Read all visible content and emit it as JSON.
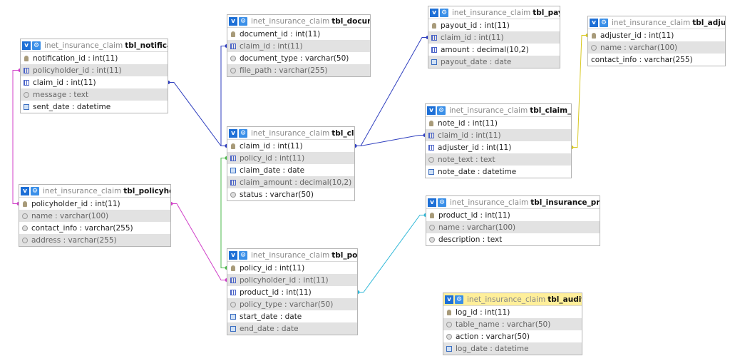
{
  "colors": {
    "link_blue": "#2f3fbf",
    "link_purple": "#6a2fbf",
    "link_magenta": "#d040c8",
    "link_green": "#4cb84c",
    "link_cyan": "#30b8d8",
    "link_yellow": "#d8c820",
    "header_button": "#1d6fd6",
    "highlight_header": "#ffef9a"
  },
  "tables": [
    {
      "id": "tbl_notification",
      "schema": "inet_insurance_claim",
      "name": "tbl_notification",
      "highlight": false,
      "fields": [
        {
          "text": "notification_id : int(11)",
          "icon": "key-icon"
        },
        {
          "text": "policyholder_id : int(11)",
          "icon": "number-icon"
        },
        {
          "text": "claim_id : int(11)",
          "icon": "number-icon"
        },
        {
          "text": "message : text",
          "icon": "text-icon"
        },
        {
          "text": "sent_date : datetime",
          "icon": "date-icon"
        }
      ]
    },
    {
      "id": "tbl_document",
      "schema": "inet_insurance_claim",
      "name": "tbl_document",
      "highlight": false,
      "fields": [
        {
          "text": "document_id : int(11)",
          "icon": "key-icon"
        },
        {
          "text": "claim_id : int(11)",
          "icon": "number-icon"
        },
        {
          "text": "document_type : varchar(50)",
          "icon": "text-icon"
        },
        {
          "text": "file_path : varchar(255)",
          "icon": "text-icon"
        }
      ]
    },
    {
      "id": "tbl_payout",
      "schema": "inet_insurance_claim",
      "name": "tbl_payout",
      "highlight": false,
      "fields": [
        {
          "text": "payout_id : int(11)",
          "icon": "key-icon"
        },
        {
          "text": "claim_id : int(11)",
          "icon": "number-icon"
        },
        {
          "text": "amount : decimal(10,2)",
          "icon": "number-icon"
        },
        {
          "text": "payout_date : date",
          "icon": "date-icon"
        }
      ]
    },
    {
      "id": "tbl_adjuster",
      "schema": "inet_insurance_claim",
      "name": "tbl_adjuster",
      "highlight": false,
      "fields": [
        {
          "text": "adjuster_id : int(11)",
          "icon": "key-icon"
        },
        {
          "text": "name : varchar(100)",
          "icon": "text-icon"
        },
        {
          "text": "contact_info : varchar(255)",
          "icon": "none"
        }
      ]
    },
    {
      "id": "tbl_claim",
      "schema": "inet_insurance_claim",
      "name": "tbl_claim",
      "highlight": false,
      "fields": [
        {
          "text": "claim_id : int(11)",
          "icon": "key-icon"
        },
        {
          "text": "policy_id : int(11)",
          "icon": "number-icon"
        },
        {
          "text": "claim_date : date",
          "icon": "date-icon"
        },
        {
          "text": "claim_amount : decimal(10,2)",
          "icon": "number-icon"
        },
        {
          "text": "status : varchar(50)",
          "icon": "text-icon"
        }
      ]
    },
    {
      "id": "tbl_claim_note",
      "schema": "inet_insurance_claim",
      "name": "tbl_claim_note",
      "highlight": false,
      "fields": [
        {
          "text": "note_id : int(11)",
          "icon": "key-icon"
        },
        {
          "text": "claim_id : int(11)",
          "icon": "number-icon"
        },
        {
          "text": "adjuster_id : int(11)",
          "icon": "number-icon"
        },
        {
          "text": "note_text : text",
          "icon": "text-icon"
        },
        {
          "text": "note_date : datetime",
          "icon": "date-icon"
        }
      ]
    },
    {
      "id": "tbl_policyholder",
      "schema": "inet_insurance_claim",
      "name": "tbl_policyholder",
      "highlight": false,
      "fields": [
        {
          "text": "policyholder_id : int(11)",
          "icon": "key-icon"
        },
        {
          "text": "name : varchar(100)",
          "icon": "text-icon"
        },
        {
          "text": "contact_info : varchar(255)",
          "icon": "text-icon"
        },
        {
          "text": "address : varchar(255)",
          "icon": "text-icon"
        }
      ]
    },
    {
      "id": "tbl_insurance_product",
      "schema": "inet_insurance_claim",
      "name": "tbl_insurance_product",
      "highlight": false,
      "fields": [
        {
          "text": "product_id : int(11)",
          "icon": "key-icon"
        },
        {
          "text": "name : varchar(100)",
          "icon": "text-icon"
        },
        {
          "text": "description : text",
          "icon": "text-icon"
        }
      ]
    },
    {
      "id": "tbl_policy",
      "schema": "inet_insurance_claim",
      "name": "tbl_policy",
      "highlight": false,
      "fields": [
        {
          "text": "policy_id : int(11)",
          "icon": "key-icon"
        },
        {
          "text": "policyholder_id : int(11)",
          "icon": "number-icon"
        },
        {
          "text": "product_id : int(11)",
          "icon": "number-icon"
        },
        {
          "text": "policy_type : varchar(50)",
          "icon": "text-icon"
        },
        {
          "text": "start_date : date",
          "icon": "date-icon"
        },
        {
          "text": "end_date : date",
          "icon": "date-icon"
        }
      ]
    },
    {
      "id": "tbl_audit_log",
      "schema": "inet_insurance_claim",
      "name": "tbl_audit_log",
      "highlight": true,
      "fields": [
        {
          "text": "log_id : int(11)",
          "icon": "key-icon"
        },
        {
          "text": "table_name : varchar(50)",
          "icon": "text-icon"
        },
        {
          "text": "action : varchar(50)",
          "icon": "text-icon"
        },
        {
          "text": "log_date : datetime",
          "icon": "date-icon"
        }
      ]
    }
  ],
  "relations": [
    {
      "from": "tbl_notification.claim_id",
      "to": "tbl_claim.claim_id",
      "color": "#2f3fbf"
    },
    {
      "from": "tbl_document.claim_id",
      "to": "tbl_claim.claim_id",
      "color": "#2f3fbf"
    },
    {
      "from": "tbl_payout.claim_id",
      "to": "tbl_claim.claim_id",
      "color": "#2f3fbf"
    },
    {
      "from": "tbl_claim_note.claim_id",
      "to": "tbl_claim.claim_id",
      "color": "#2f3fbf"
    },
    {
      "from": "tbl_claim_note.adjuster_id",
      "to": "tbl_adjuster.adjuster_id",
      "color": "#d8c820"
    },
    {
      "from": "tbl_notification.policyholder_id",
      "to": "tbl_policyholder.policyholder_id",
      "color": "#d040c8"
    },
    {
      "from": "tbl_policy.policyholder_id",
      "to": "tbl_policyholder.policyholder_id",
      "color": "#d040c8"
    },
    {
      "from": "tbl_claim.policy_id",
      "to": "tbl_policy.policy_id",
      "color": "#4cb84c"
    },
    {
      "from": "tbl_policy.product_id",
      "to": "tbl_insurance_product.product_id",
      "color": "#30b8d8"
    }
  ]
}
